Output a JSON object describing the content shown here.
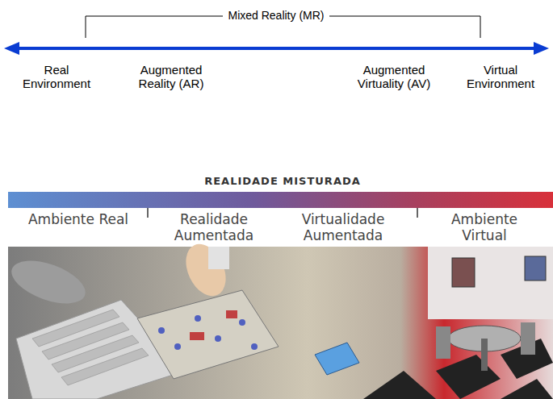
{
  "diagram": {
    "labels": [
      "Mixed Reality (MR)",
      "Real Environment",
      "Augmented Reality (AR)",
      "Augmented Virtuality (AV)",
      "Virtual Environment",
      "REALIDADE MISTURADA",
      "Ambiente Real",
      "Realidade Aumentada",
      "Virtualidade Aumentada",
      "Ambiente Virtual"
    ]
  }
}
